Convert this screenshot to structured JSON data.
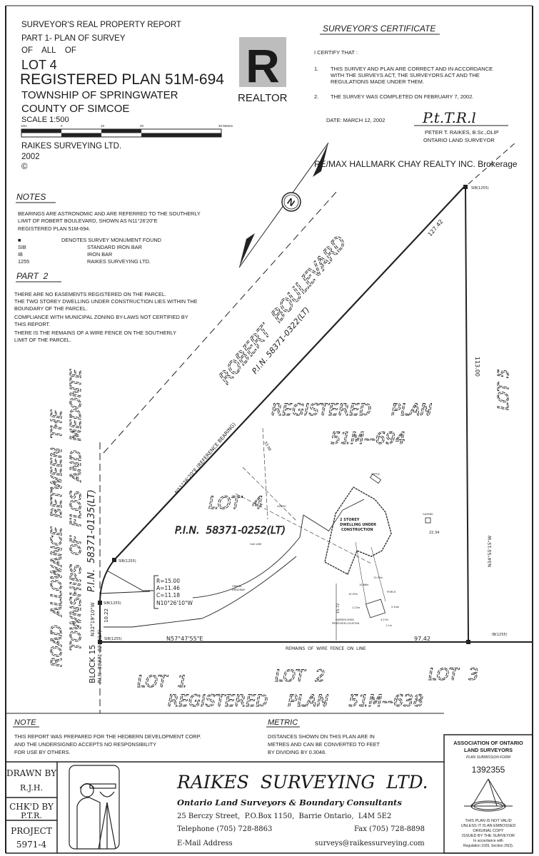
{
  "watermark": {
    "realtor": "REALTOR",
    "realtor_letter": "R",
    "brokerage": "RE/MAX HALLMARK CHAY REALTY INC. Brokerage"
  },
  "header": {
    "line1": "SURVEYOR'S REAL PROPERTY REPORT",
    "line2": "PART 1- PLAN OF SURVEY",
    "line3": "OF    ALL    OF",
    "lot": "LOT 4",
    "plan": "REGISTERED PLAN 51M-694",
    "township": "TOWNSHIP OF SPRINGWATER",
    "county": "COUNTY OF SIMCOE",
    "scale": "SCALE 1:500",
    "scale_ticks": [
      "10m",
      "0",
      "10",
      "20",
      "40 Metres"
    ],
    "company": "RAIKES SURVEYING LTD.",
    "year": "2002",
    "copyright": "©"
  },
  "certificate": {
    "title": "SURVEYOR'S CERTIFICATE",
    "intro": "I CERTIFY THAT :",
    "item1_num": "1.",
    "item1_lines": [
      "THIS SURVEY AND PLAN ARE CORRECT AND IN ACCORDANCE",
      "WITH THE SURVEYS ACT, THE SURVEYORS ACT AND THE",
      "REGULATIONS MADE UNDER THEM."
    ],
    "item2_num": "2.",
    "item2": "THE SURVEY WAS COMPLETED ON FEBRUARY 7, 2002.",
    "date": "DATE: MARCH 12, 2002",
    "signature": "P.t.T.R.l",
    "name": "PETER T. RAIKES, B.Sc.,OLIP",
    "role": "ONTARIO LAND SURVEYOR"
  },
  "notes": {
    "title": "NOTES",
    "lines": [
      "BEARINGS ARE ASTRONOMIC AND ARE REFERRED TO THE SOUTHERLY",
      "LIMIT OF ROBERT BOULEVARD, SHOWN AS N11°26'20\"E",
      "REGISTERED PLAN 51M-694."
    ],
    "legend": [
      {
        "key": "■",
        "value": "DENOTES SURVEY MONUMENT FOUND"
      },
      {
        "key": "SIB",
        "value": "STANDARD IRON BAR"
      },
      {
        "key": "IB",
        "value": "IRON BAR"
      },
      {
        "key": "1255",
        "value": "RAIKES SURVEYING LTD."
      }
    ]
  },
  "part2": {
    "title": "PART  2",
    "lines": [
      "THERE ARE NO EASEMENTS REGISTERED ON THE PARCEL.",
      "THE TWO STOREY DWELLING UNDER CONSTRUCTION LIES WITHIN THE",
      "BOUNDARY OF THE PARCEL.",
      "COMPLIANCE WITH MUNICIPAL ZONING BY-LAWS NOT CERTIFIED BY",
      "THIS REPORT.",
      "THERE IS THE REMAINS OF A WIRE FENCE ON THE SOUTHERLY",
      "LIMIT OF THE PARCEL."
    ]
  },
  "plan": {
    "north": "N",
    "street": "ROBERT  BOULEVARD",
    "street_pin": "P.I.N. 58371-0322(LT)",
    "reg_plan": "REGISTERED    PLAN",
    "reg_plan_no": "51M--694",
    "lot4": "LOT  4",
    "lot4_pin": "P.I.N.  58371-0252(LT)",
    "lot5": "LOT 5",
    "road1": "ROAD  ALLOWANCE  BETWEEN  THE",
    "road2": "TOWNSHIPS  OF  FLOS  AND  MEDONTE",
    "road_pin": "P.I.N.  58371-0135(LT)",
    "block": "BLOCK 15",
    "block_pin": "P.I.N. 58371-0243(LT)",
    "lot1": "LOT  1",
    "lot2": "LOT  2",
    "lot3": "LOT  3",
    "reg_plan_south": "REGISTERED    PLAN    51M--638",
    "bearing_ref": "N11°26'20\"E (REFERENCE BEARING)",
    "dist_north": "127.42",
    "dist_east": "113.00",
    "bearing_east": "N34°55'15\"W",
    "bearing_south": "N57°47'55\"E",
    "dist_south": "97.42",
    "bearing_west": "N32°19'10\"W",
    "dist_west": "10.22",
    "fence": "REMAINS  OF  WIRE  FENCE  ON  LINE",
    "curve": [
      "R=15.00",
      "A=11.46",
      "C=11.18",
      "N10°26'10\"W"
    ],
    "monuments": [
      "SIB(1255)",
      "SIB(1255)",
      "SIB(1255)",
      "SIB(1255)",
      "IB(1255)"
    ],
    "features": {
      "dwelling": [
        "2 STOREY",
        "DWELLING UNDER",
        "CONSTRUCTION"
      ],
      "septic": "SEPTIC",
      "gazebo": "GAZEBO",
      "hydro": "HYDRO",
      "gas": "GAS LINE",
      "driveway": [
        "GRAVEL",
        "DRIVEWAY"
      ],
      "porch": "PORCH",
      "shed": [
        "GARDEN SHED",
        "PROPOSED LOCATION"
      ],
      "d1": "33.98",
      "d2": "22.34",
      "d3": "15.72",
      "d4": "13.97m",
      "d5": "10.88m",
      "d6": "10.97m",
      "d7": "1.22m",
      "d8": "2.44m",
      "d9": "4.27m",
      "d10": "1.1m"
    }
  },
  "note": {
    "title": "NOTE",
    "lines": [
      "THIS REPORT WAS PREPARED FOR THE HEDBERN DEVELOPMENT CORP.",
      "AND THE UNDERSIGNED ACCEPTS NO RESPONSIBILITY",
      "FOR USE BY OTHERS."
    ]
  },
  "metric": {
    "title": "METRIC",
    "lines": [
      "DISTANCES SHOWN ON THIS PLAN ARE IN",
      "METRES AND CAN BE CONVERTED TO FEET",
      "BY DIVIDING BY 0.3048."
    ]
  },
  "aols": {
    "title1": "ASSOCIATION OF ONTARIO",
    "title2": "LAND SURVEYORS",
    "form": "PLAN SUBMISSION FORM",
    "number": "1392355",
    "valid": [
      "THIS PLAN IS NOT VALID",
      "UNLESS IT IS AN EMBOSSED",
      "ORIGINAL COPY",
      "ISSUED BY THE SURVEYOR",
      "In accordance with",
      "Regulation 1026, Section 29(3)."
    ]
  },
  "title_block": {
    "drawn_label": "DRAWN BY",
    "drawn": "R.J.H.",
    "checked_label": "CHK'D BY",
    "checked": "P.T.R.",
    "project_label": "PROJECT",
    "project": "5971-4",
    "company": "RAIKES  SURVEYING  LTD.",
    "tagline": "Ontario Land Surveyors & Boundary Consultants",
    "address": "25 Berczy Street,  P.O.Box 1150,  Barrie Ontario,  L4M 5E2",
    "phone": "Telephone (705) 728-8863",
    "fax": "Fax (705) 728-8898",
    "email_label": "E-Mail Address",
    "email": "surveys@raikessurveying.com"
  }
}
